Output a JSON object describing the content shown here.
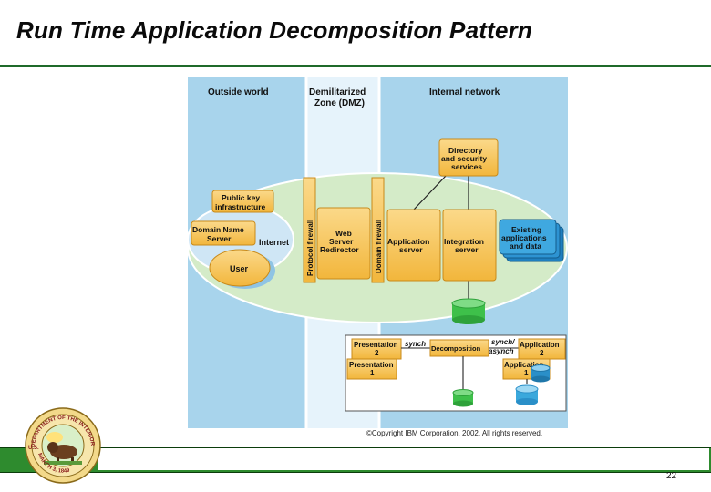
{
  "slide": {
    "title": "Run Time Application Decomposition Pattern",
    "page_number": "22",
    "copyright": "©Copyright IBM Corporation, 2002. All rights reserved."
  },
  "diagram": {
    "zones": {
      "outside": "Outside world",
      "dmz_line1": "Demilitarized",
      "dmz_line2": "Zone (DMZ)",
      "internal": "Internal network"
    },
    "firewalls": {
      "protocol": "Protocol firewall",
      "domain": "Domain firewall"
    },
    "outside_nodes": {
      "pki_line1": "Public key",
      "pki_line2": "infrastructure",
      "dns_line1": "Domain Name",
      "dns_line2": "Server",
      "internet": "Internet",
      "user": "User"
    },
    "web_server": {
      "line1": "Web",
      "line2": "Server",
      "line3": "Redirector"
    },
    "directory": {
      "line1": "Directory",
      "line2": "and security",
      "line3": "services"
    },
    "app_server": {
      "line1": "Application",
      "line2": "server"
    },
    "integration_server": {
      "line1": "Integration",
      "line2": "server"
    },
    "existing": {
      "line1": "Existing",
      "line2": "applications",
      "line3": "and data"
    },
    "legend": {
      "presentation2_line1": "Presentation",
      "presentation2_line2": "2",
      "presentation1_line1": "Presentation",
      "presentation1_line2": "1",
      "synch": "synch",
      "decomposition": "Decomposition",
      "synch_asynch_line1": "synch/",
      "synch_asynch_line2": "asynch",
      "application2_line1": "Application",
      "application2_line2": "2",
      "application1_line1": "Application",
      "application1_line2": "1"
    },
    "colors": {
      "outside_bg": "#a8d4ec",
      "dmz_bg": "#e4f2fa",
      "ellipse": "#d2e9c6",
      "box": "#f7c65a",
      "box_border": "#c88a1a",
      "existing": "#3fa8e0",
      "green_db": "#3ec04a",
      "blue_db": "#3aa8dc"
    }
  },
  "seal": {
    "top_text": "DEPARTMENT OF THE INTERIOR",
    "left_text": "U.S.",
    "bottom_text": "MARCH 3, 1849"
  }
}
